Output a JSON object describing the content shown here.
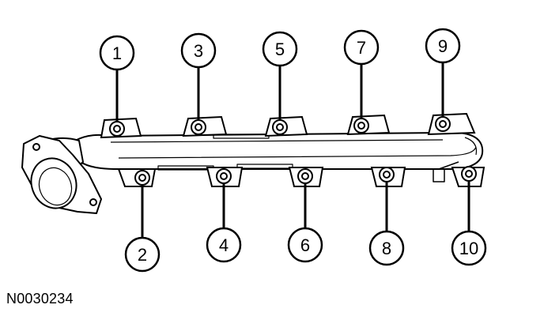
{
  "figure_id": "N0030234",
  "callouts": [
    {
      "label": "1"
    },
    {
      "label": "2"
    },
    {
      "label": "3"
    },
    {
      "label": "4"
    },
    {
      "label": "5"
    },
    {
      "label": "6"
    },
    {
      "label": "7"
    },
    {
      "label": "8"
    },
    {
      "label": "9"
    },
    {
      "label": "10"
    }
  ],
  "colors": {
    "ink": "#000000",
    "background": "#ffffff"
  }
}
